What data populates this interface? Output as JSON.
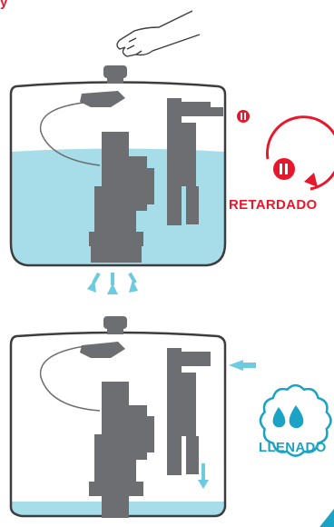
{
  "header": {
    "text": "y "
  },
  "badges": {
    "delay_label": "RETARDADO",
    "fill_label": "LLENADO"
  },
  "colors": {
    "accent_red": "#e8172b",
    "water": "#a6dde8",
    "water_arrow": "#6ccbe0",
    "mechanism": "#6d6e71",
    "outline": "#3d3d3f",
    "fill_badge": "#1aa3c4"
  },
  "icons": [
    "hand-icon",
    "pause-icon",
    "circular-arrow-icon",
    "water-drops-icon",
    "flow-arrows-icon"
  ]
}
